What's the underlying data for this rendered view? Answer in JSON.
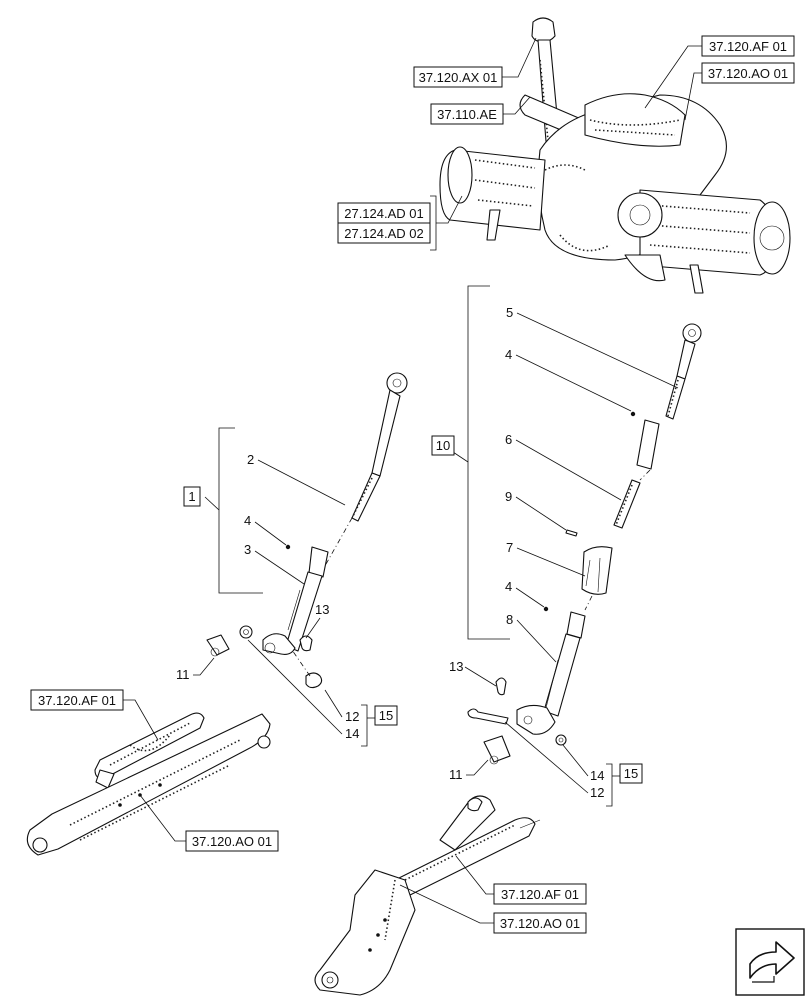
{
  "references": {
    "top_ax": "37.120.AX 01",
    "top_ae": "37.110.AE",
    "top_af": "37.120.AF 01",
    "top_ao": "37.120.AO 01",
    "axle_1": "27.124.AD 01",
    "axle_2": "27.124.AD 02",
    "left_af": "37.120.AF 01",
    "left_ao": "37.120.AO 01",
    "bottom_af": "37.120.AF 01",
    "bottom_ao": "37.120.AO 01"
  },
  "left_assembly": {
    "group_box": "1",
    "kit_box": "15",
    "callouts": {
      "c2": "2",
      "c4": "4",
      "c3": "3",
      "c13": "13",
      "c11": "11",
      "c12": "12",
      "c14": "14"
    }
  },
  "right_assembly": {
    "group_box": "10",
    "kit_box": "15",
    "callouts": {
      "c5": "5",
      "c4a": "4",
      "c6": "6",
      "c9": "9",
      "c7": "7",
      "c4b": "4",
      "c8": "8",
      "c13": "13",
      "c11": "11",
      "c14": "14",
      "c12": "12"
    }
  },
  "nav_icon": "next-page-arrow-icon"
}
